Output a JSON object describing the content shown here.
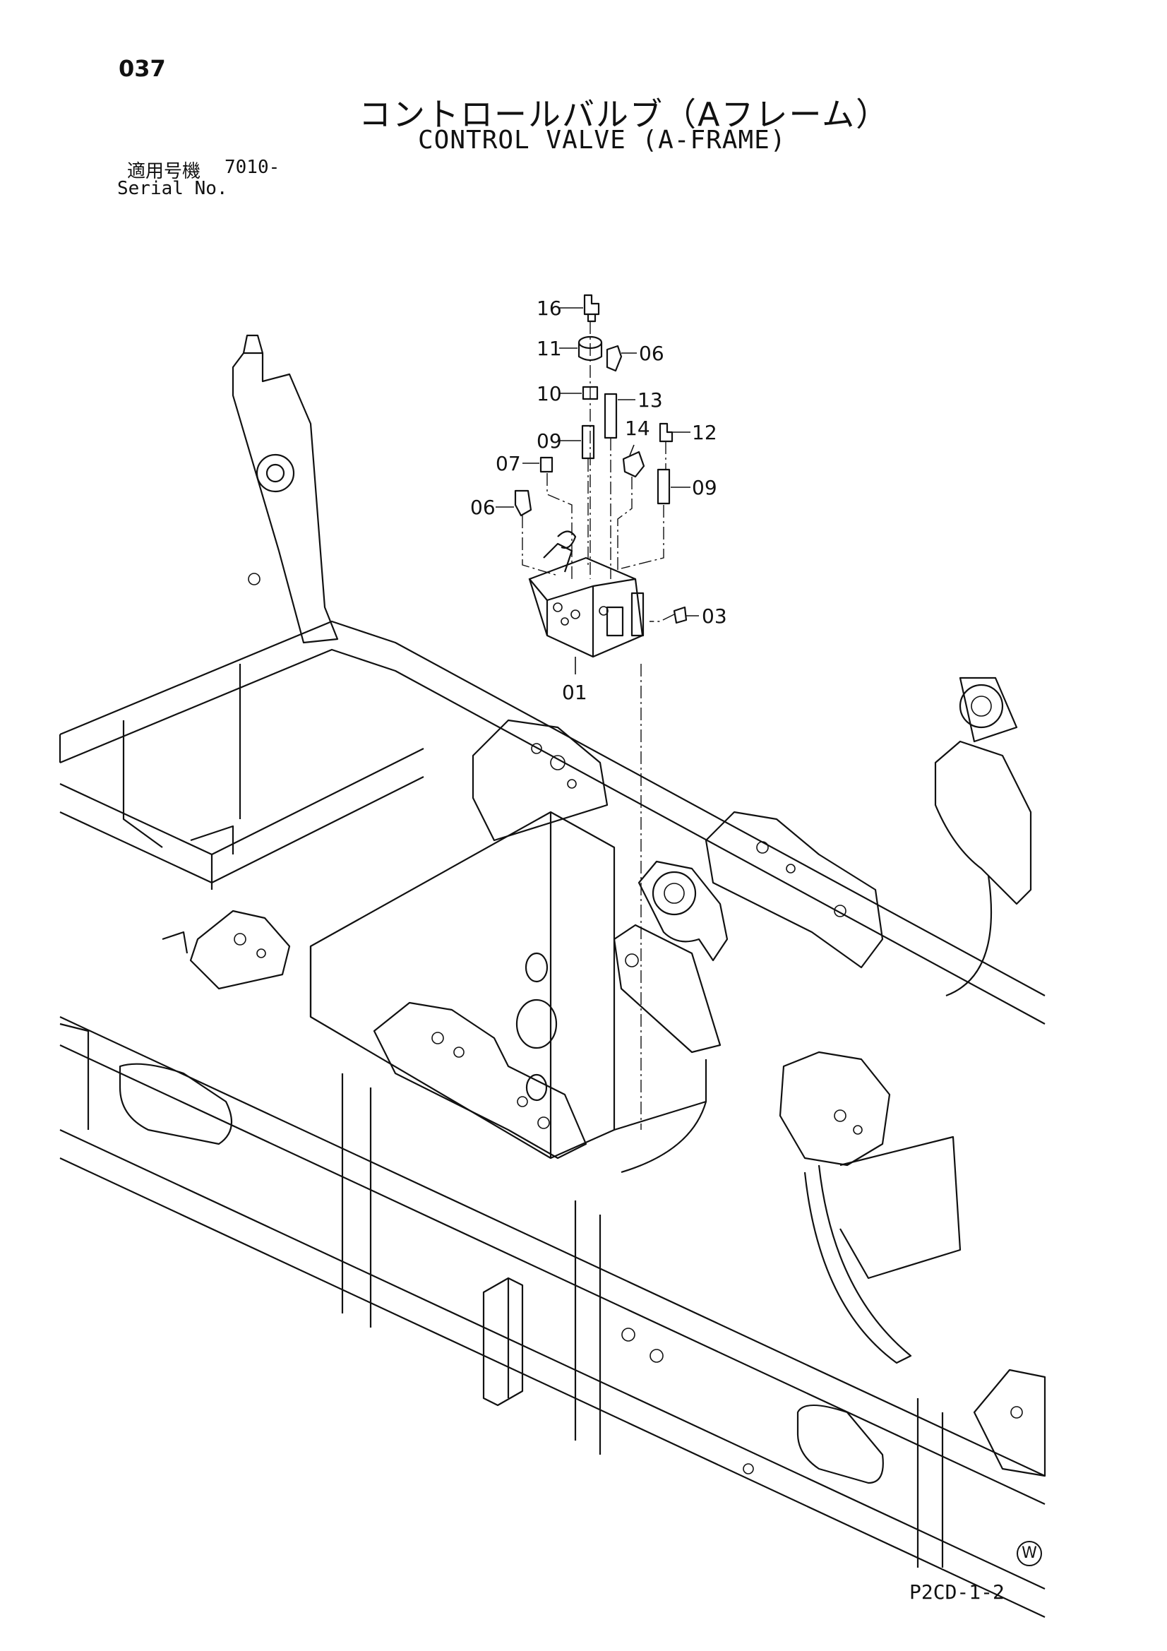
{
  "header": {
    "page_number": "037",
    "title_jp": "コントロールバルブ（Aフレーム）",
    "title_en": "CONTROL VALVE (A-FRAME)",
    "serial_label_jp": "適用号機",
    "serial_value": "7010-",
    "serial_label_en": "Serial No."
  },
  "footer": {
    "page_code": "P2CD-1-2",
    "mark": "W"
  },
  "callouts": [
    {
      "id": "c16",
      "label": "16"
    },
    {
      "id": "c11",
      "label": "11"
    },
    {
      "id": "c06a",
      "label": "06"
    },
    {
      "id": "c10",
      "label": "10"
    },
    {
      "id": "c13",
      "label": "13"
    },
    {
      "id": "c09a",
      "label": "09"
    },
    {
      "id": "c14",
      "label": "14"
    },
    {
      "id": "c12",
      "label": "12"
    },
    {
      "id": "c07",
      "label": "07"
    },
    {
      "id": "c09b",
      "label": "09"
    },
    {
      "id": "c06b",
      "label": "06"
    },
    {
      "id": "c03",
      "label": "03"
    },
    {
      "id": "c01",
      "label": "01"
    }
  ]
}
